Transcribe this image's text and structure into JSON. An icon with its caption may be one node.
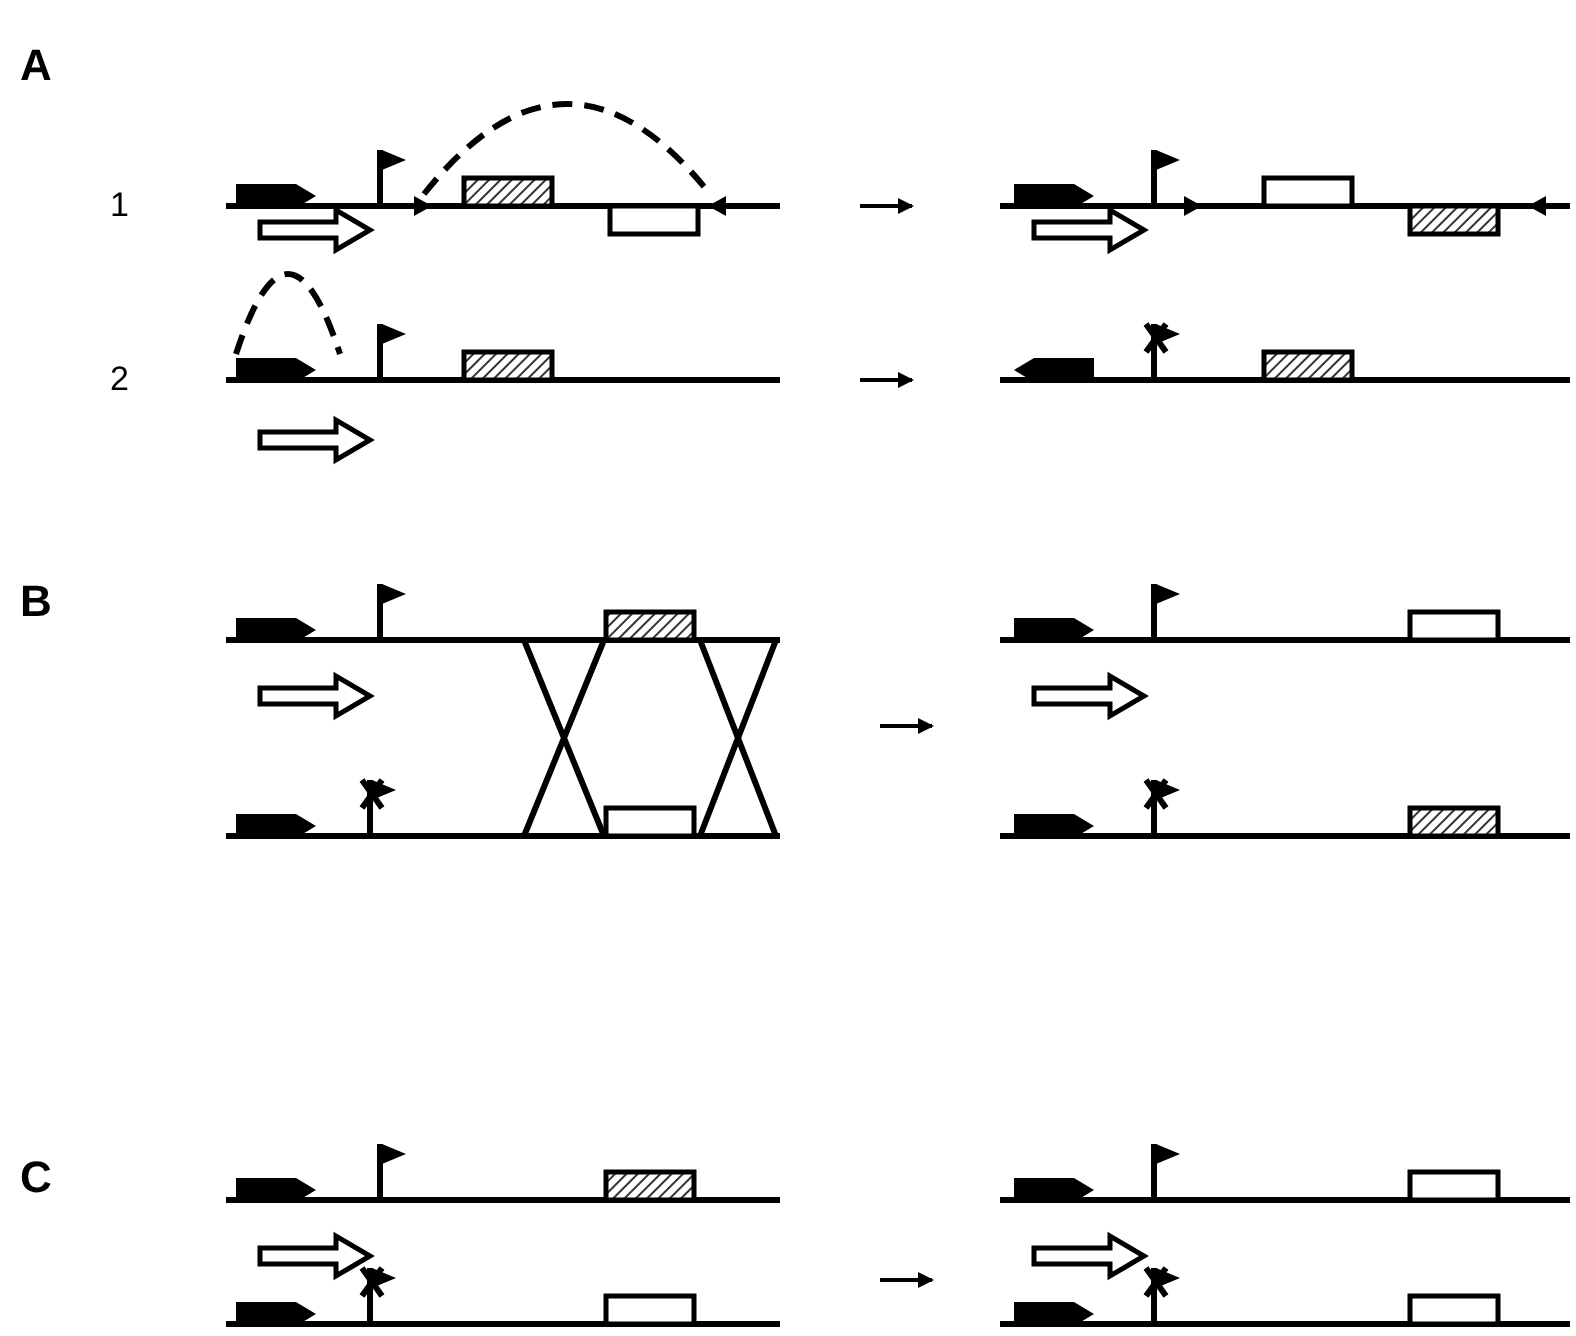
{
  "diagram": {
    "labels": [
      "A",
      "1",
      "2",
      "B",
      "C"
    ]
  }
}
